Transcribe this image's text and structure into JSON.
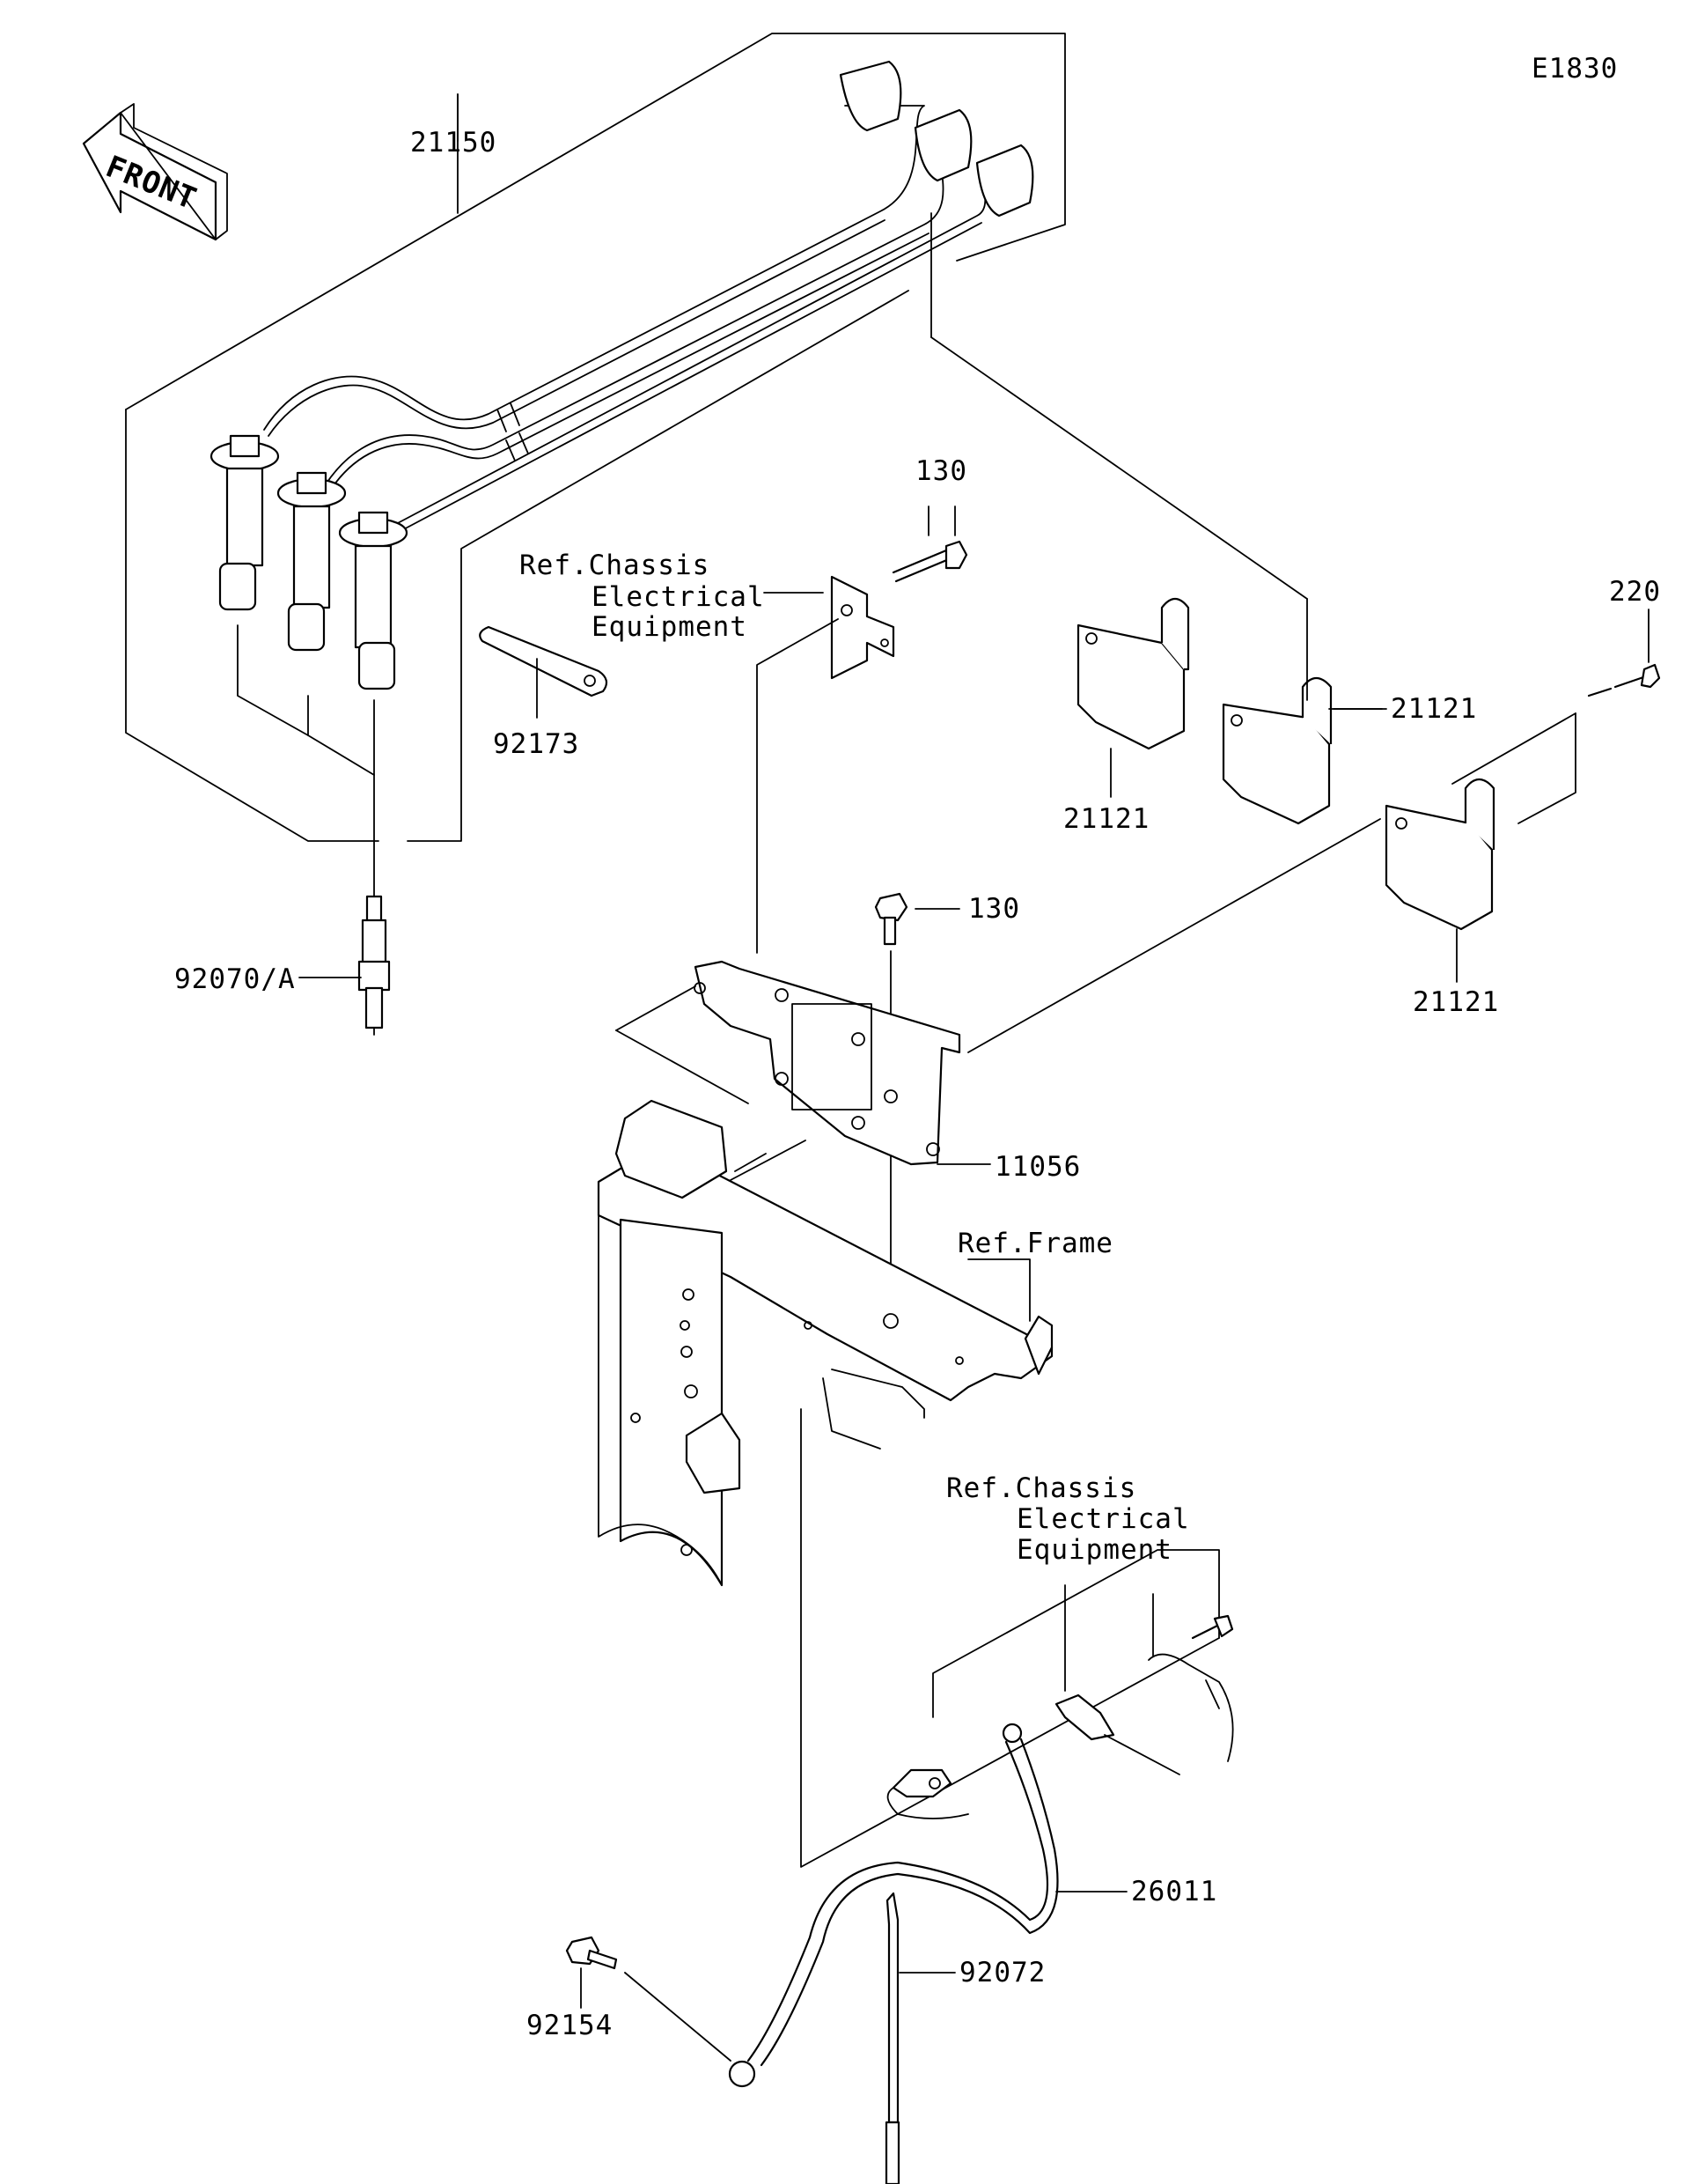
{
  "diagram_code": "E1830",
  "front_indicator": "FRONT",
  "references": {
    "chassis_upper": [
      "Ref.Chassis",
      "Electrical",
      "Equipment"
    ],
    "frame": "Ref.Frame",
    "chassis_lower": [
      "Ref.Chassis",
      "Electrical",
      "Equipment"
    ]
  },
  "part_numbers": {
    "ignition_cable_set": "21150",
    "bolt_upper": "130",
    "bolt_mid": "130",
    "strap": "92173",
    "spark_plug": "92070/A",
    "coil_bolt": "220",
    "coil_a": "21121",
    "coil_b": "21121",
    "coil_c": "21121",
    "bracket": "11056",
    "ground_lead": "26011",
    "band": "92072",
    "flange_bolt": "92154"
  }
}
